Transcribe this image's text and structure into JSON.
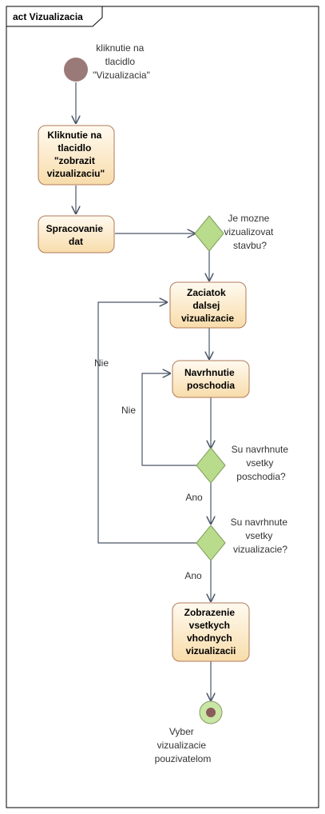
{
  "frame": {
    "title": "act Vizualizacia"
  },
  "colors": {
    "action_fill_top": "#fffaf0",
    "action_fill_bottom": "#f8dcaa",
    "action_stroke": "#b07a58",
    "decision_fill": "#b9dc8c",
    "initial_node": "#9a7a78",
    "final_node_outer": "#c9e6a4",
    "final_node_inner": "#8a5c5a",
    "edge": "#4a5668"
  },
  "nodes": {
    "initial": {
      "label": [
        "kliknutie na",
        "tlacidlo",
        "\"Vizualizacia\""
      ]
    },
    "final": {
      "label": [
        "Vyber",
        "vizualizacie",
        "pouzivatelom"
      ]
    },
    "actions": [
      {
        "id": "kliknutie",
        "lines": [
          "Kliknutie na",
          "tlacidlo",
          "\"zobrazit",
          "vizualizaciu\""
        ]
      },
      {
        "id": "spracovanie",
        "lines": [
          "Spracovanie",
          "dat"
        ]
      },
      {
        "id": "zaciatok",
        "lines": [
          "Zaciatok",
          "dalsej",
          "vizualizacie"
        ]
      },
      {
        "id": "navrhnutie",
        "lines": [
          "Navrhnutie",
          "poschodia"
        ]
      },
      {
        "id": "zobrazenie",
        "lines": [
          "Zobrazenie",
          "vsetkych",
          "vhodnych",
          "vizualizacii"
        ]
      }
    ],
    "decisions": [
      {
        "id": "mozne",
        "lines": [
          "Je mozne",
          "vizualizovat",
          "stavbu?"
        ]
      },
      {
        "id": "poschodia",
        "lines": [
          "Su navrhnute",
          "vsetky",
          "poschodia?"
        ]
      },
      {
        "id": "vizualizacie",
        "lines": [
          "Su navrhnute",
          "vsetky",
          "vizualizacie?"
        ]
      }
    ]
  },
  "guards": {
    "nie_outer": "Nie",
    "nie_inner": "Nie",
    "ano_poschodia": "Ano",
    "ano_vizualizacie": "Ano"
  }
}
